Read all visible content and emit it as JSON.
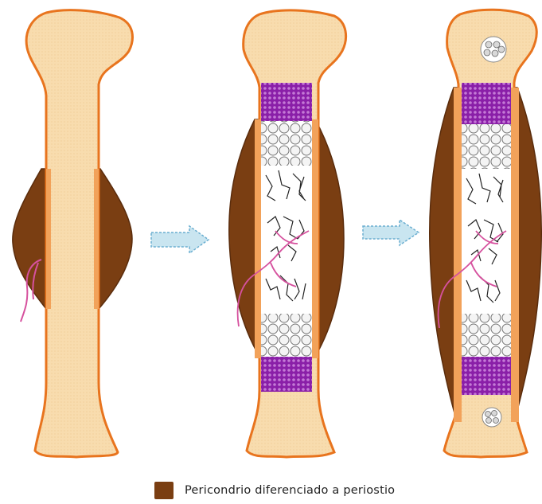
{
  "colors": {
    "cartilage": "#f8dcae",
    "cartilage_outline": "#e8741e",
    "periosteum": "#7a3e12",
    "periosteum_dark": "#5a2c0c",
    "bone_collar": "#f2a25a",
    "hypertrophic_zone": "#9a2fb8",
    "chondrocytes": "#ffffff",
    "trabeculae": "#222222",
    "blood_vessel": "#d6519e",
    "arrow_fill": "#c9e5f0",
    "arrow_stroke": "#6aaed0"
  },
  "stages": [
    {
      "name": "stage-1",
      "description_icons": [
        "cartilage-model-icon",
        "perichondrium-collar-icon",
        "blood-vessel-icon"
      ]
    },
    {
      "name": "stage-2",
      "description_icons": [
        "cartilage-model-icon",
        "periosteum-collar-icon",
        "hypertrophic-zone-icon",
        "chondrocyte-zone-icon",
        "trabeculae-icon",
        "blood-vessel-icon"
      ]
    },
    {
      "name": "stage-3",
      "description_icons": [
        "cartilage-model-icon",
        "periosteum-collar-icon",
        "hypertrophic-zone-icon",
        "chondrocyte-zone-icon",
        "trabeculae-icon",
        "blood-vessel-icon",
        "secondary-ossification-center-icon"
      ]
    }
  ],
  "legend": {
    "label": "Pericondrio diferenciado a periostio",
    "color": "#7a3e12"
  }
}
